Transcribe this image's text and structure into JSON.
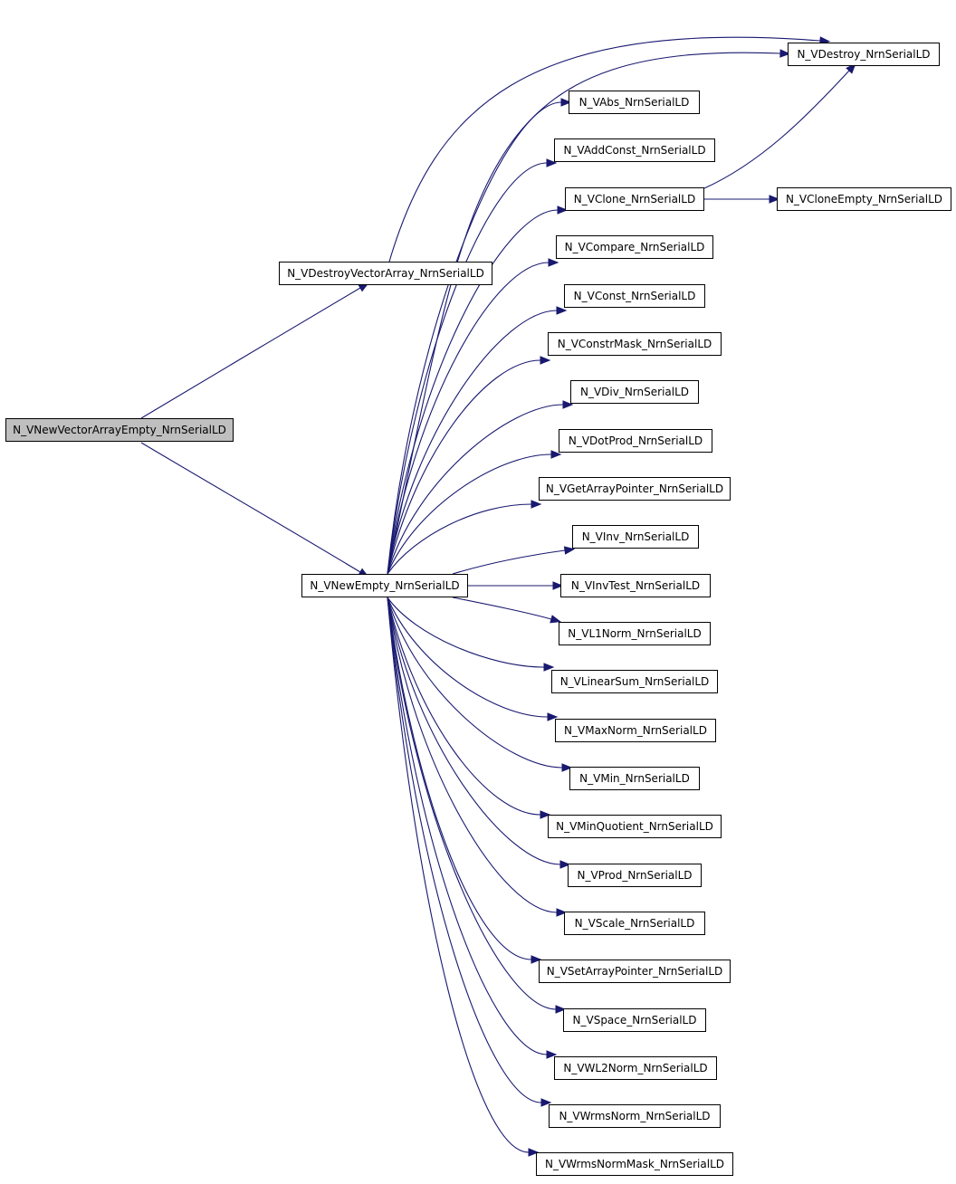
{
  "diagram": {
    "colors": {
      "edge": "#191970",
      "root_fill": "#bfbfbf",
      "node_fill": "#ffffff",
      "node_border": "#000000"
    },
    "root": {
      "id": "root",
      "label": "N_VNewVectorArrayEmpty_NrnSerialLD"
    },
    "nodes": [
      {
        "id": "destroyArray",
        "label": "N_VDestroyVectorArray_NrnSerialLD"
      },
      {
        "id": "newEmpty",
        "label": "N_VNewEmpty_NrnSerialLD"
      },
      {
        "id": "destroy",
        "label": "N_VDestroy_NrnSerialLD"
      },
      {
        "id": "abs",
        "label": "N_VAbs_NrnSerialLD"
      },
      {
        "id": "addConst",
        "label": "N_VAddConst_NrnSerialLD"
      },
      {
        "id": "clone",
        "label": "N_VClone_NrnSerialLD"
      },
      {
        "id": "cloneEmpty",
        "label": "N_VCloneEmpty_NrnSerialLD"
      },
      {
        "id": "compare",
        "label": "N_VCompare_NrnSerialLD"
      },
      {
        "id": "const",
        "label": "N_VConst_NrnSerialLD"
      },
      {
        "id": "constrMask",
        "label": "N_VConstrMask_NrnSerialLD"
      },
      {
        "id": "div",
        "label": "N_VDiv_NrnSerialLD"
      },
      {
        "id": "dotProd",
        "label": "N_VDotProd_NrnSerialLD"
      },
      {
        "id": "getArrayPointer",
        "label": "N_VGetArrayPointer_NrnSerialLD"
      },
      {
        "id": "inv",
        "label": "N_VInv_NrnSerialLD"
      },
      {
        "id": "invTest",
        "label": "N_VInvTest_NrnSerialLD"
      },
      {
        "id": "l1Norm",
        "label": "N_VL1Norm_NrnSerialLD"
      },
      {
        "id": "linearSum",
        "label": "N_VLinearSum_NrnSerialLD"
      },
      {
        "id": "maxNorm",
        "label": "N_VMaxNorm_NrnSerialLD"
      },
      {
        "id": "min",
        "label": "N_VMin_NrnSerialLD"
      },
      {
        "id": "minQuotient",
        "label": "N_VMinQuotient_NrnSerialLD"
      },
      {
        "id": "prod",
        "label": "N_VProd_NrnSerialLD"
      },
      {
        "id": "scale",
        "label": "N_VScale_NrnSerialLD"
      },
      {
        "id": "setArrayPointer",
        "label": "N_VSetArrayPointer_NrnSerialLD"
      },
      {
        "id": "space",
        "label": "N_VSpace_NrnSerialLD"
      },
      {
        "id": "wl2Norm",
        "label": "N_VWL2Norm_NrnSerialLD"
      },
      {
        "id": "wrmsNorm",
        "label": "N_VWrmsNorm_NrnSerialLD"
      },
      {
        "id": "wrmsNormMask",
        "label": "N_VWrmsNormMask_NrnSerialLD"
      }
    ],
    "edges": [
      [
        "root",
        "destroyArray"
      ],
      [
        "root",
        "newEmpty"
      ],
      [
        "destroyArray",
        "destroy"
      ],
      [
        "newEmpty",
        "destroy"
      ],
      [
        "newEmpty",
        "abs"
      ],
      [
        "newEmpty",
        "addConst"
      ],
      [
        "newEmpty",
        "clone"
      ],
      [
        "newEmpty",
        "compare"
      ],
      [
        "newEmpty",
        "const"
      ],
      [
        "newEmpty",
        "constrMask"
      ],
      [
        "newEmpty",
        "div"
      ],
      [
        "newEmpty",
        "dotProd"
      ],
      [
        "newEmpty",
        "getArrayPointer"
      ],
      [
        "newEmpty",
        "inv"
      ],
      [
        "newEmpty",
        "invTest"
      ],
      [
        "newEmpty",
        "l1Norm"
      ],
      [
        "newEmpty",
        "linearSum"
      ],
      [
        "newEmpty",
        "maxNorm"
      ],
      [
        "newEmpty",
        "min"
      ],
      [
        "newEmpty",
        "minQuotient"
      ],
      [
        "newEmpty",
        "prod"
      ],
      [
        "newEmpty",
        "scale"
      ],
      [
        "newEmpty",
        "setArrayPointer"
      ],
      [
        "newEmpty",
        "space"
      ],
      [
        "newEmpty",
        "wl2Norm"
      ],
      [
        "newEmpty",
        "wrmsNorm"
      ],
      [
        "newEmpty",
        "wrmsNormMask"
      ],
      [
        "clone",
        "destroy"
      ],
      [
        "clone",
        "cloneEmpty"
      ]
    ]
  }
}
